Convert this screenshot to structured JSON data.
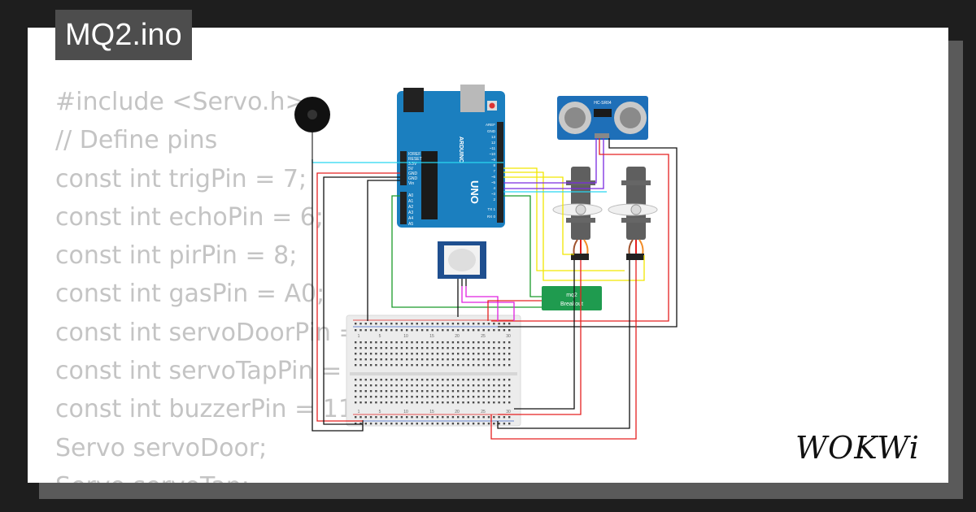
{
  "title": "MQ2.ino",
  "code_lines": [
    "#include <Servo.h>",
    "// Define pins",
    "const int trigPin = 7;",
    "const int echoPin = 6;",
    "const int pirPin = 8;",
    "const int gasPin = A0;",
    "const int servoDoorPin = ",
    "const int servoTapPin = ",
    "const int buzzerPin = 11",
    "Servo servoDoor;",
    "Servo servoTap;"
  ],
  "board": {
    "brand": "ARDUINO",
    "model": "UNO",
    "power_pins": [
      "IOREF",
      "RESET",
      "3.3V",
      "5V",
      "GND",
      "GND",
      "Vin"
    ],
    "analog_pins": [
      "A0",
      "A1",
      "A2",
      "A3",
      "A4",
      "A5"
    ],
    "digital_header": [
      "AREF",
      "GND",
      "13",
      "12",
      "~11",
      "~10",
      "~9",
      "8",
      "7",
      "~6",
      "~5",
      "4",
      "~3",
      "2",
      "TX 1",
      "RX 0"
    ]
  },
  "sensor": {
    "label": "HC-SR04"
  },
  "gas_module": {
    "line1": "mq2",
    "line2": "Breakout"
  },
  "breadboard": {
    "column_labels": [
      "1",
      "5",
      "10",
      "15",
      "20",
      "25",
      "30"
    ]
  },
  "logo_text": "WOKWi",
  "colors": {
    "background": "#1e1e1e",
    "card": "#ffffff",
    "title_bg": "#4d4d4d",
    "code_text": "#c4c4c4",
    "board_blue": "#1b7fbf",
    "wire_red": "#e52020",
    "wire_yellow": "#f2e600",
    "wire_cyan": "#28d7f0",
    "wire_green": "#1a9b2a",
    "wire_magenta": "#e020e0",
    "wire_purple": "#7a2ae0",
    "mq2_green": "#1f9b4f"
  }
}
